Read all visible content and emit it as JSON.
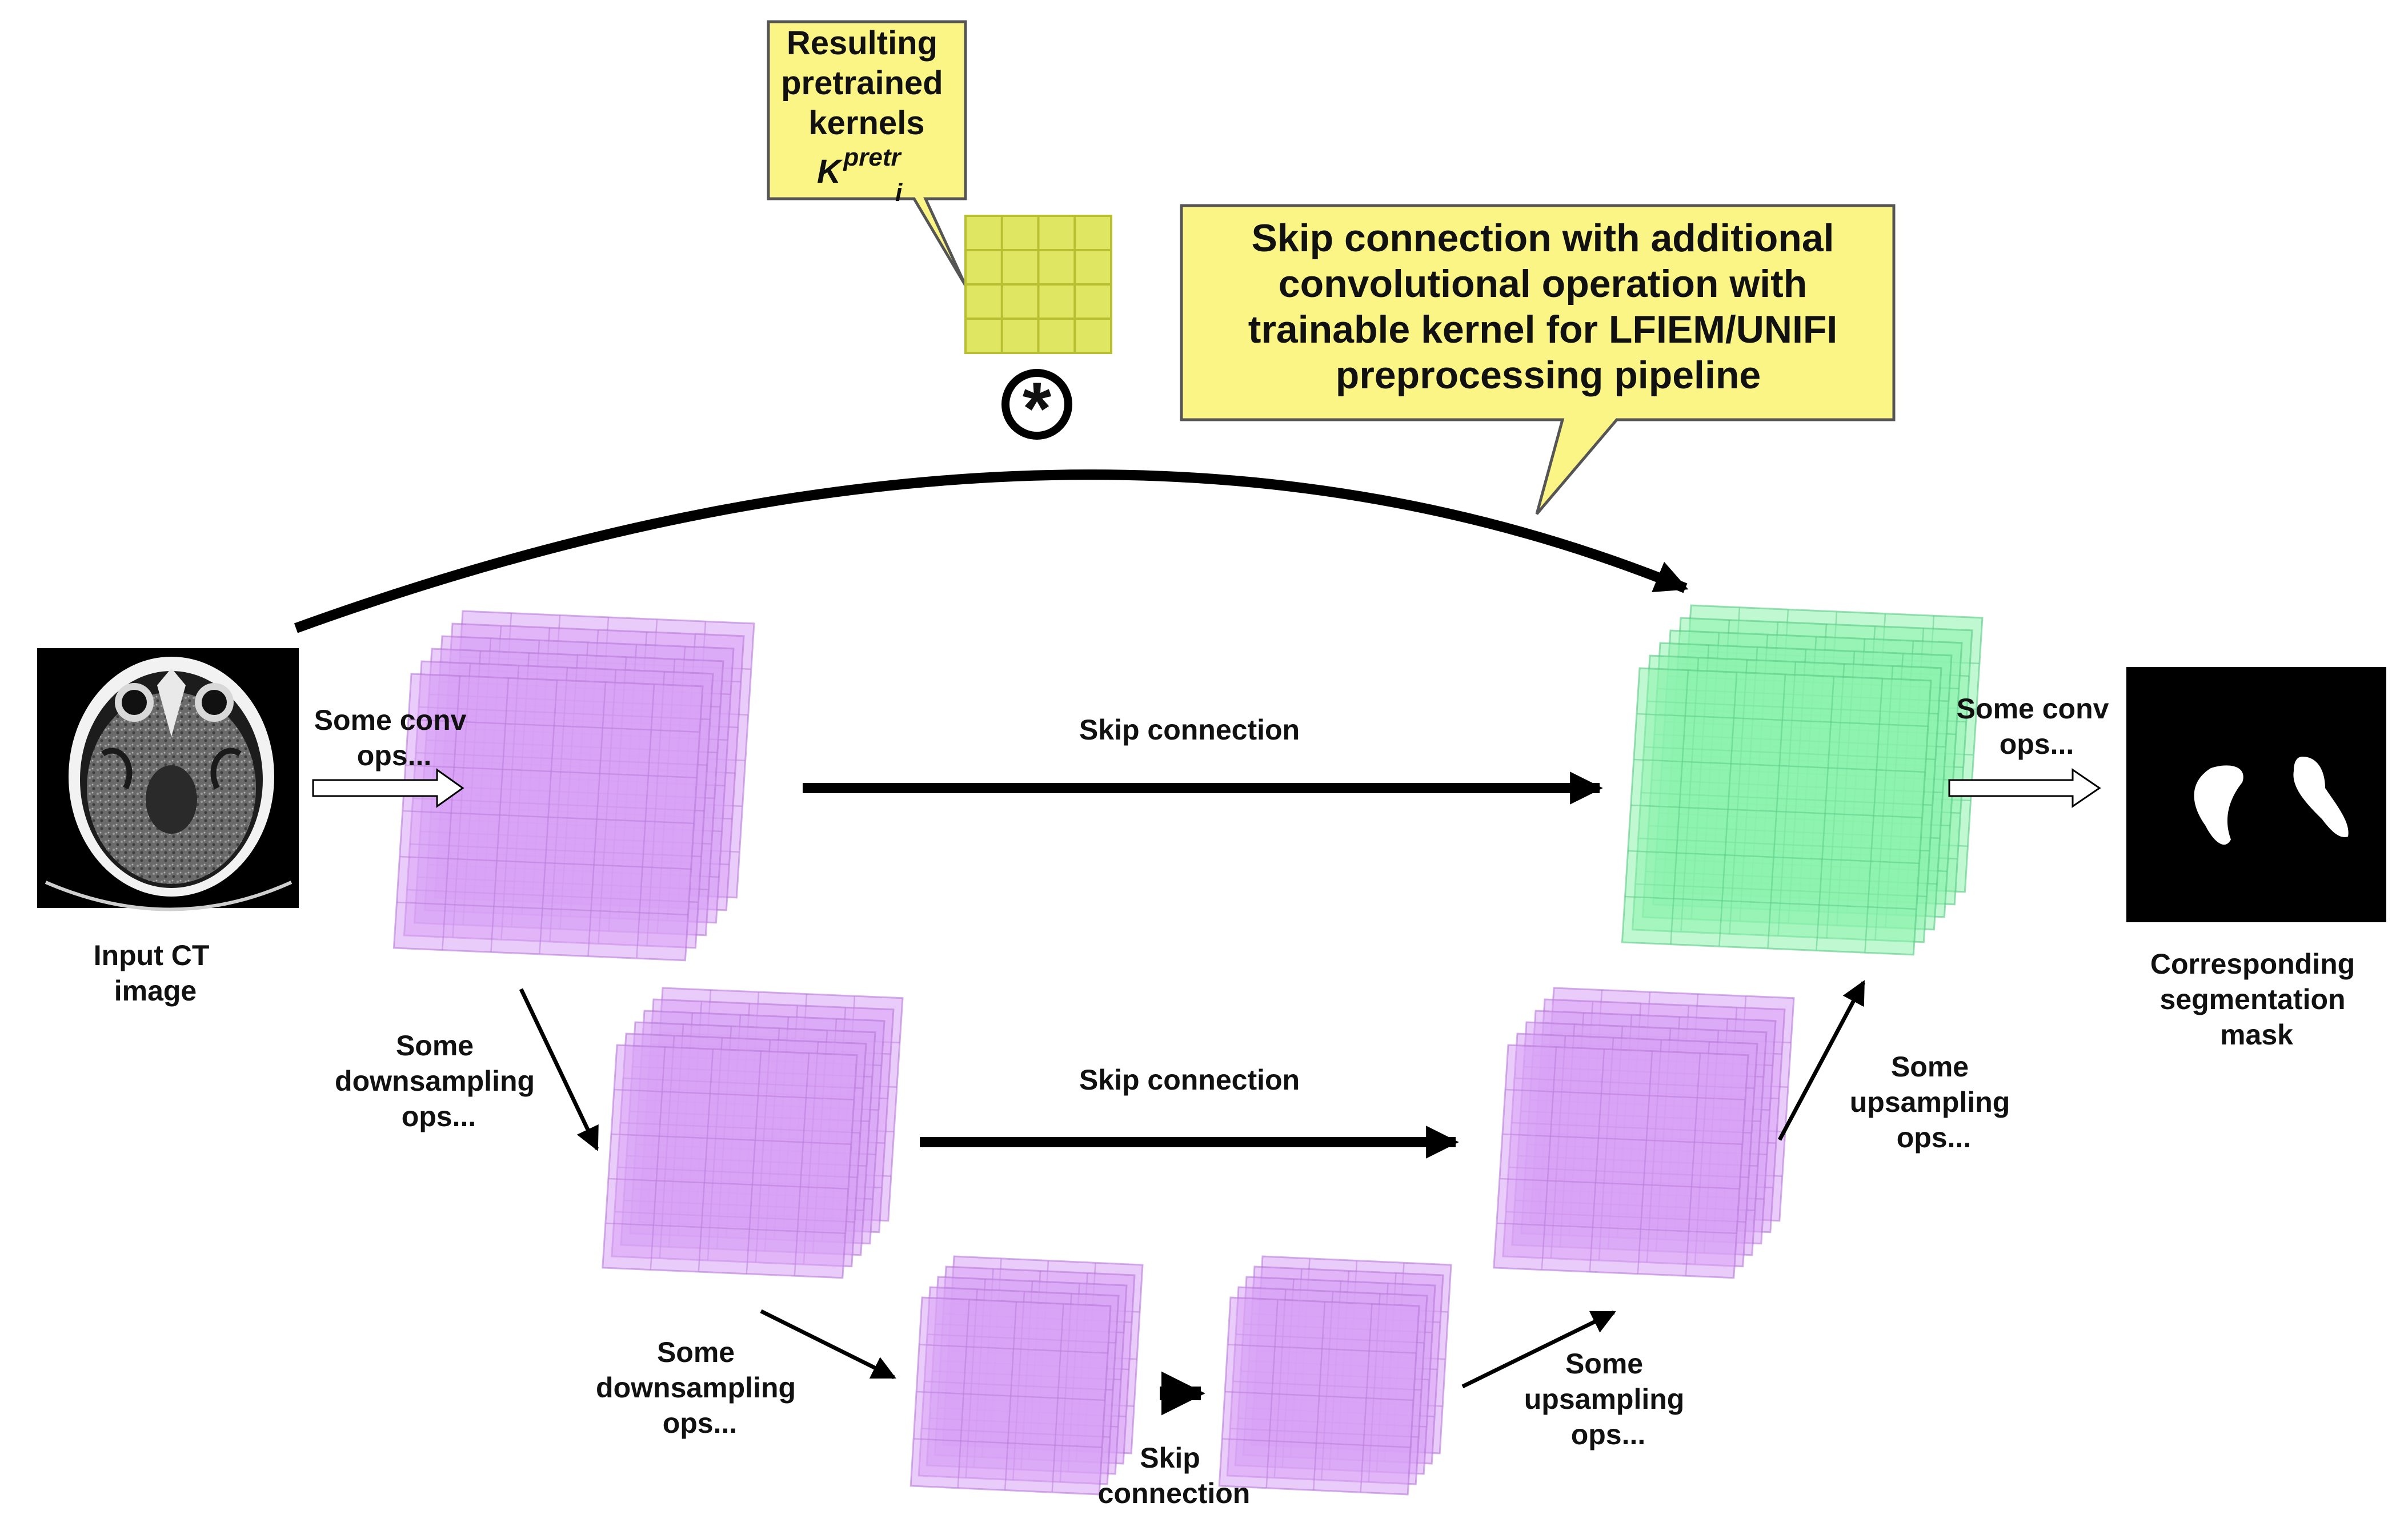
{
  "colors": {
    "purple_layer": "#d8a2f5",
    "purple_grid": "#b77ad8",
    "green_layer": "#8df2ad",
    "green_grid": "#58c983",
    "kernel_fill": "#dfe661",
    "kernel_grid": "#b8c032",
    "callout_fill": "#fbf585",
    "arrow": "#000000"
  },
  "labels": {
    "input_ct": [
      "Input CT",
      "image"
    ],
    "mask": [
      "Corresponding",
      "segmentation",
      "mask"
    ],
    "conv_left": [
      "Some conv",
      "ops..."
    ],
    "conv_right": [
      "Some conv",
      "ops..."
    ],
    "down_1": [
      "Some",
      "downsampling",
      "ops..."
    ],
    "down_2": [
      "Some",
      "downsampling",
      "ops..."
    ],
    "up_1": [
      "Some",
      "upsampling",
      "ops..."
    ],
    "up_2": [
      "Some",
      "upsampling",
      "ops..."
    ],
    "skip_top": "Skip connection",
    "skip_mid": "Skip connection",
    "skip_bottom": [
      "Skip",
      "connection"
    ]
  },
  "callout_kernels": {
    "lines": [
      "Resulting",
      "pretrained",
      "kernels"
    ],
    "symbol_base": "K",
    "symbol_sup": "pretr",
    "symbol_sub": "i"
  },
  "callout_skip": {
    "lines": [
      "Skip connection with additional",
      "convolutional operation with",
      "trainable kernel for LFIEM/UNIFI",
      "preprocessing pipeline"
    ]
  },
  "convolution_symbol": "*"
}
